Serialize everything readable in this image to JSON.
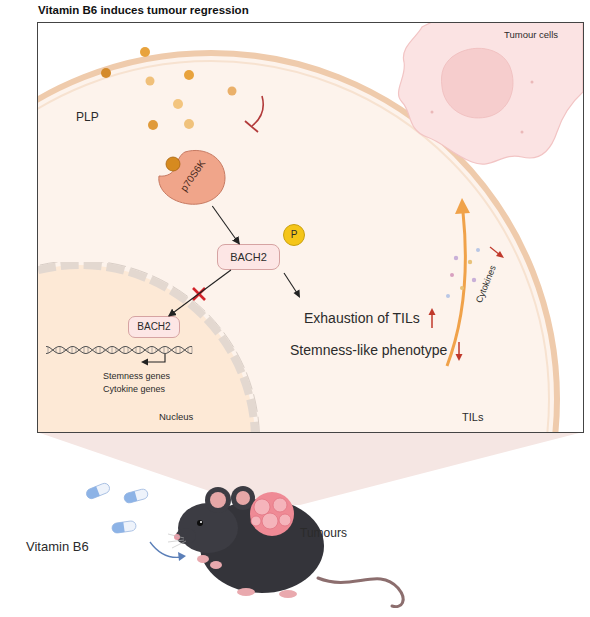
{
  "diagram": {
    "title": "Vitamin B6 induces tumour regression",
    "nodes": [
      {
        "text": [
          "TILs"
        ]
      },
      {
        "text": [
          "Nucleus"
        ],
        "in": 0
      },
      {
        "text": [
          "p70S6K"
        ],
        "in": 0
      },
      {
        "text": [
          "BACH2"
        ],
        "in": 0
      },
      {
        "text": [
          "P"
        ],
        "in": 0
      },
      {
        "text": [
          "BACH2"
        ],
        "in": 1
      },
      {
        "text": [
          "Tumour cells"
        ]
      }
    ],
    "edges": [
      {
        "from": 2,
        "to": 3,
        "arrow": "to"
      },
      {
        "from": 3,
        "to": 5,
        "arrow": "to"
      }
    ],
    "labels": [
      "PLP",
      "Stemness genes",
      "Cytokine genes",
      "Exhaustion of TILs",
      "Stemness-like phenotype",
      "Cytokines",
      "Vitamin B6",
      "Tumours"
    ]
  }
}
